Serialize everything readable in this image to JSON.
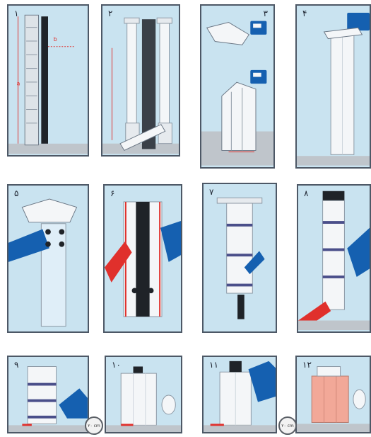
{
  "panels": [
    {
      "number": "۱"
    },
    {
      "number": "۲"
    },
    {
      "number": "۳"
    },
    {
      "number": "۴"
    },
    {
      "number": "۵"
    },
    {
      "number": "۶"
    },
    {
      "number": "۷"
    },
    {
      "number": "۸"
    },
    {
      "number": "۹"
    },
    {
      "number": "۱۰"
    },
    {
      "number": "۱۱"
    },
    {
      "number": "۱۲"
    }
  ],
  "badges": [
    "۲۰ cm",
    "۲۰ cm"
  ],
  "colors": {
    "sky": "#c9e3f0",
    "frame": "#4d5866",
    "column": "#f4f6f8",
    "pipe": "#1f2328",
    "tape_blue": "#1560b0",
    "tape_red": "#e0302c",
    "stripe": "#4a4f8a"
  }
}
